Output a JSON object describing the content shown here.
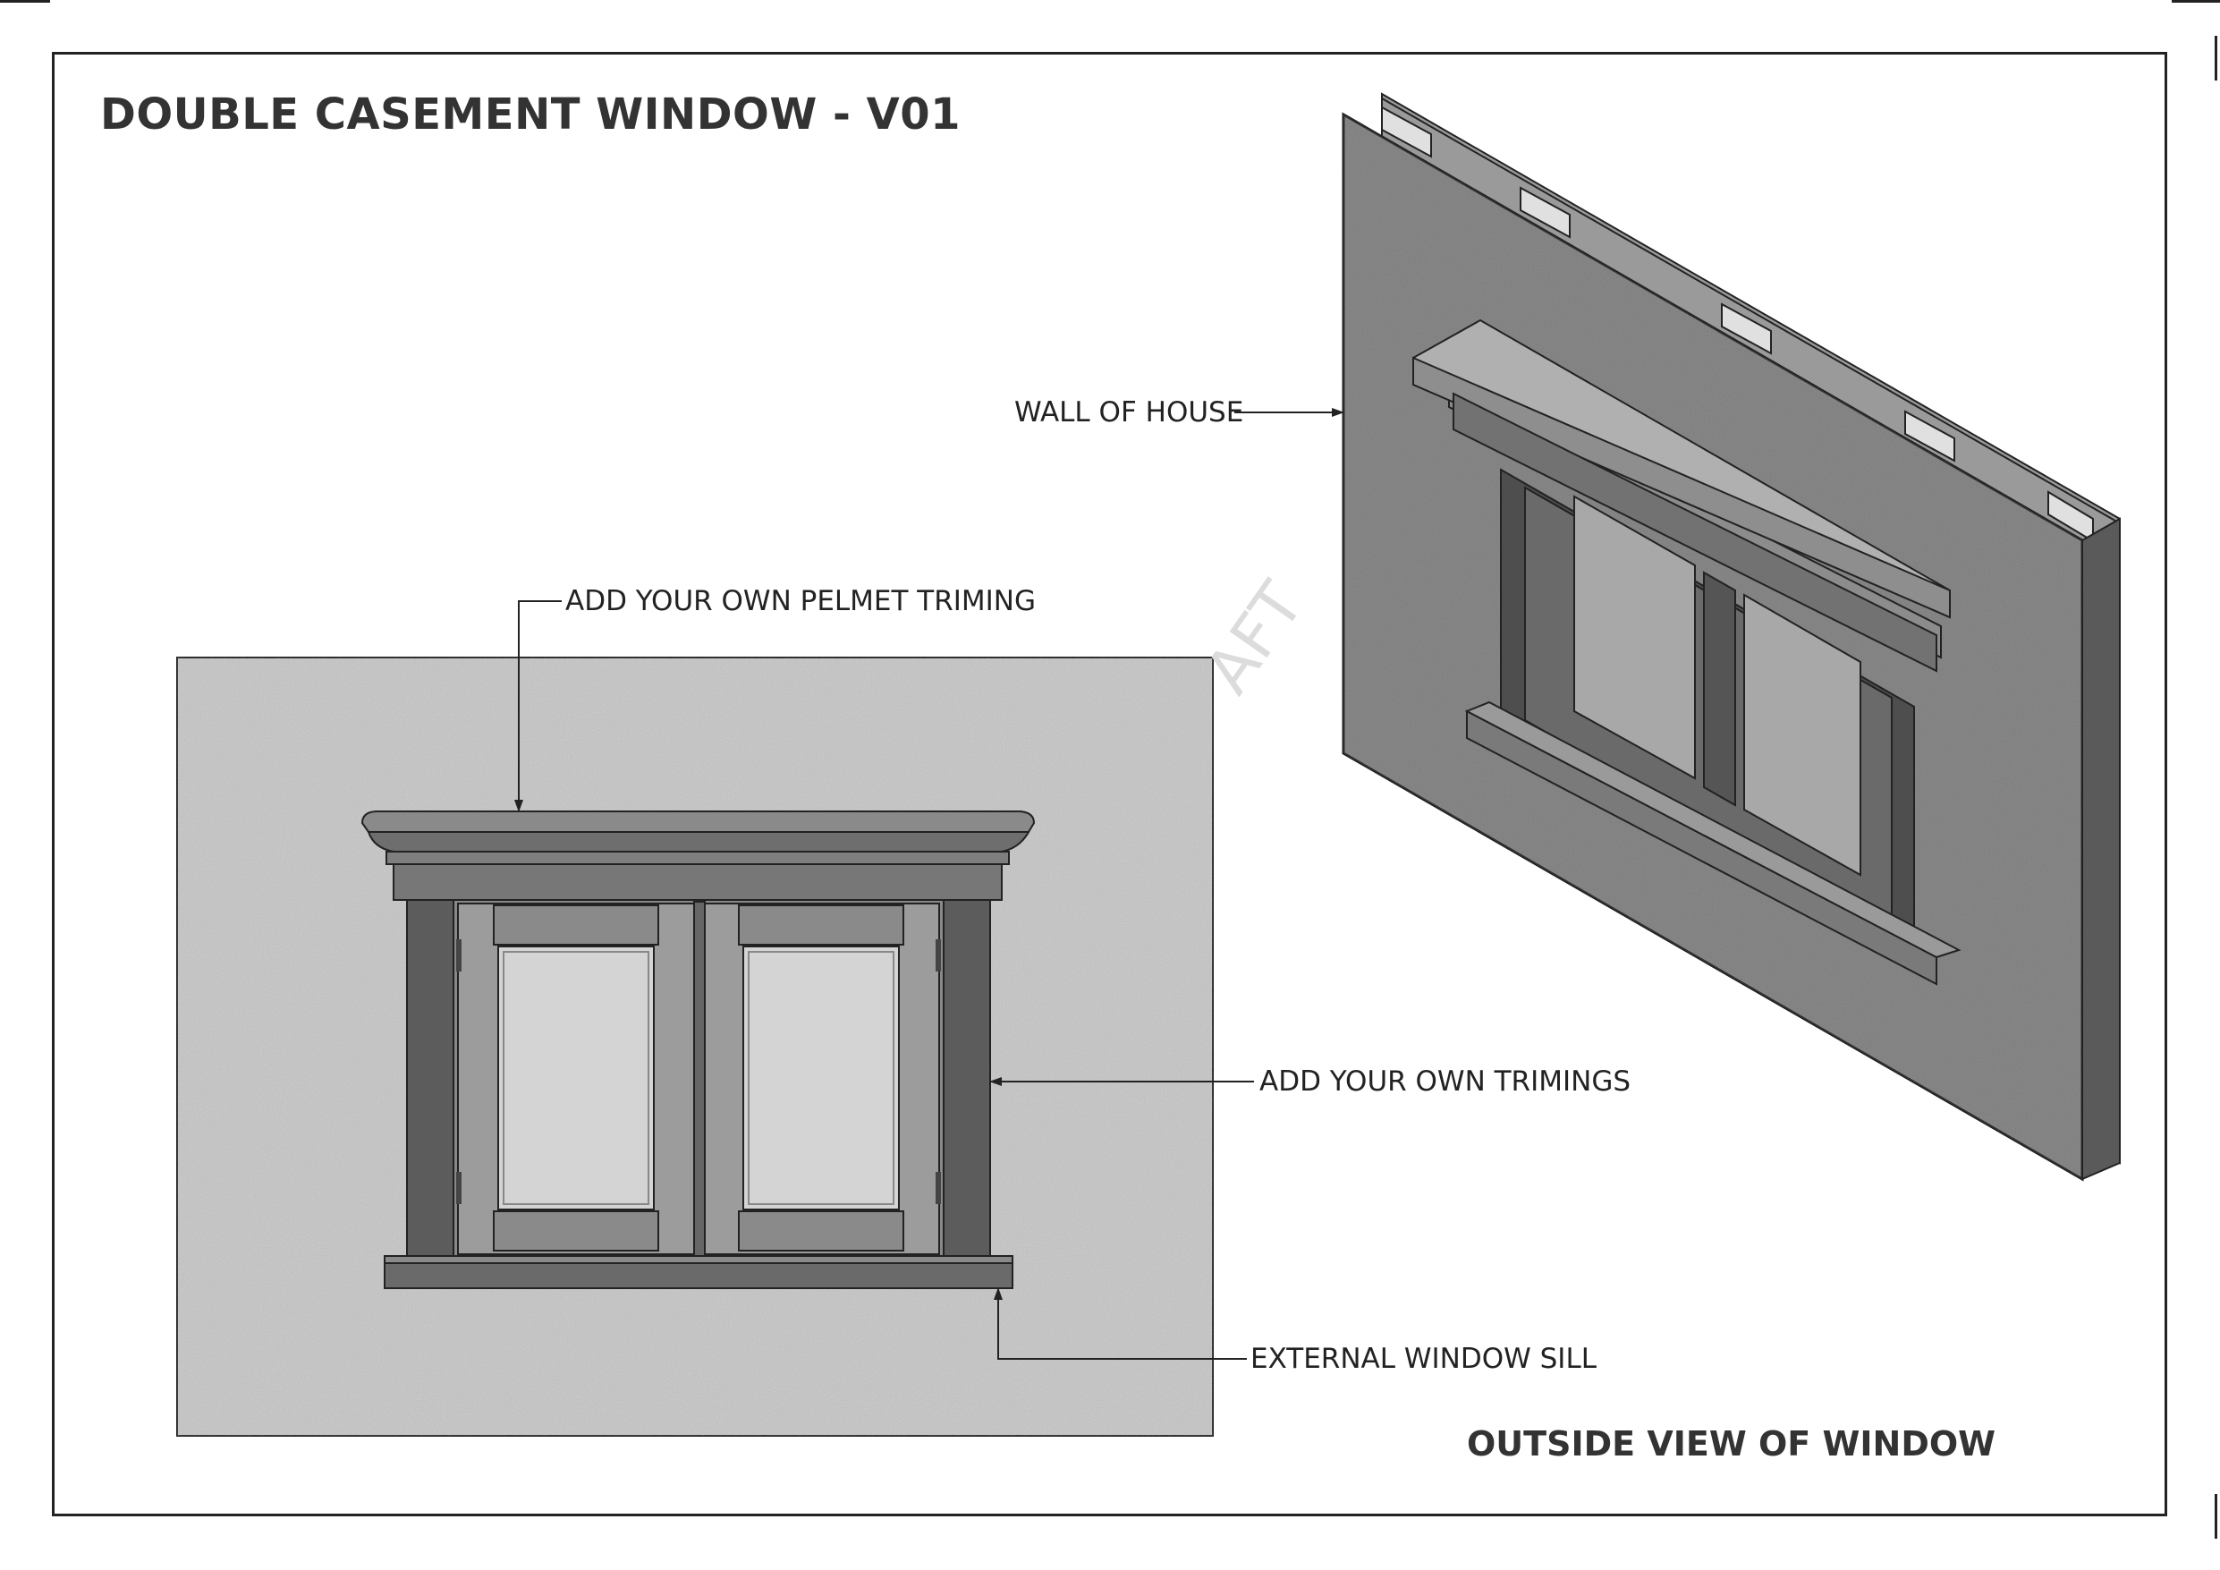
{
  "title": "DOUBLE CASEMENT WINDOW - V01",
  "view_title": "OUTSIDE VIEW OF WINDOW",
  "callouts": {
    "wall": "WALL OF HOUSE",
    "pelmet": "ADD YOUR OWN PELMET TRIMING",
    "trimings": "ADD YOUR OWN TRIMINGS",
    "sill": "EXTERNAL WINDOW SILL"
  },
  "colors": {
    "stucco": "#c8c8c8",
    "frame_dark": "#5e5e5e",
    "frame_mid": "#8a8a8a",
    "glass": "#d6d6d6",
    "wall_iso": "#7a7a7a"
  }
}
